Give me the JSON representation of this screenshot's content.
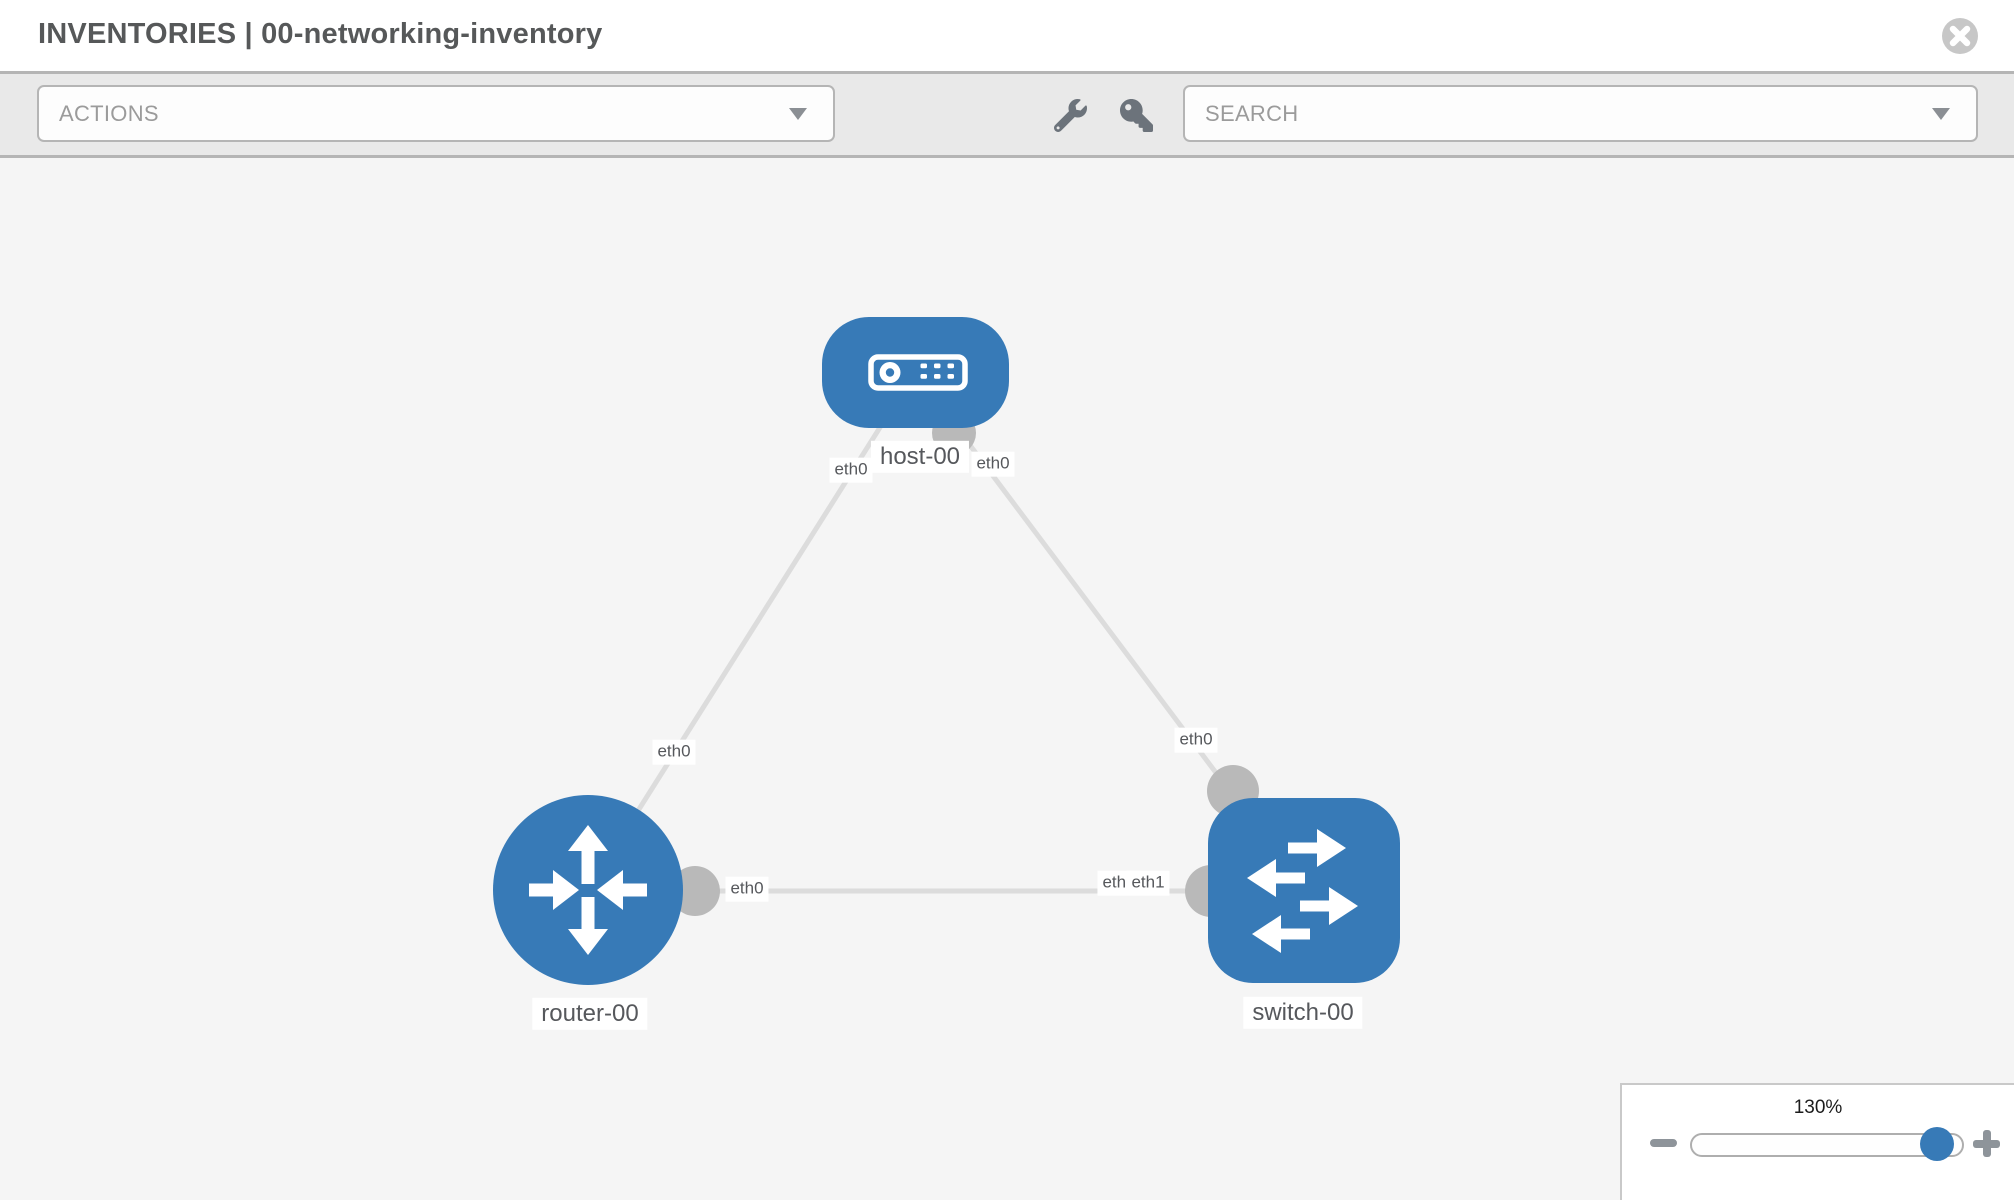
{
  "header": {
    "title": "INVENTORIES | 00-networking-inventory"
  },
  "toolbar": {
    "actions_label": "ACTIONS",
    "search_label": "SEARCH"
  },
  "topology": {
    "nodes": [
      {
        "label": "host-00",
        "type": "host"
      },
      {
        "label": "router-00",
        "type": "router"
      },
      {
        "label": "switch-00",
        "type": "switch"
      }
    ],
    "links": [
      {
        "from": "host-00",
        "from_if": "eth0",
        "to": "router-00",
        "to_if": "eth0"
      },
      {
        "from": "host-00",
        "from_if": "eth0",
        "to": "switch-00",
        "to_if": "eth0"
      },
      {
        "from": "router-00",
        "from_if": "eth0",
        "to": "switch-00",
        "to_if": "eth1"
      }
    ],
    "overlapped_label": "eth0"
  },
  "zoom_control": {
    "value": "130%"
  },
  "icons": {
    "close": "close-icon",
    "wrench": "wrench-icon",
    "key": "key-icon",
    "dropdown_caret": "chevron-down-icon",
    "zoom_out": "minus-icon",
    "zoom_in": "plus-icon"
  },
  "colors": {
    "node_blue": "#377ab7",
    "link_gray": "#dcdcdc",
    "port_gray": "#b9b9b9",
    "toolbar_bg": "#e9e9e9",
    "canvas_bg": "#f5f5f5",
    "border_gray": "#b5b5b5"
  }
}
